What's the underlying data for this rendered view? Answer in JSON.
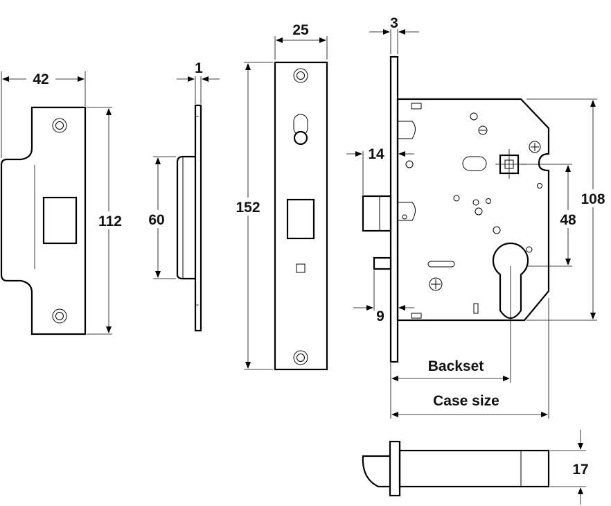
{
  "labels": {
    "strike_width": "42",
    "strike_height": "112",
    "thickness": "1",
    "latch_depth": "60",
    "forend_height": "152",
    "forend_width": "25",
    "plate_thickness": "3",
    "latch_offset": "14",
    "bolt_offset": "9",
    "case_height": "108",
    "centres": "48",
    "backset": "Backset",
    "case_size": "Case size",
    "latch_thickness": "17"
  }
}
